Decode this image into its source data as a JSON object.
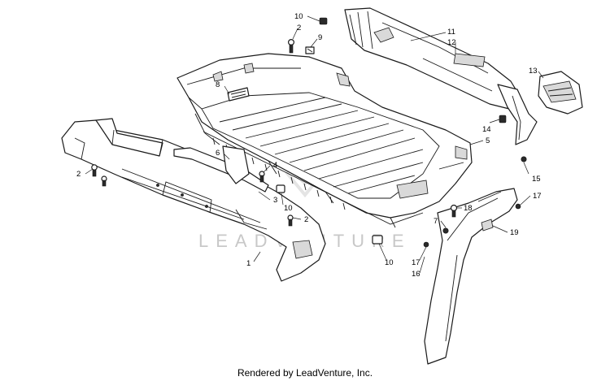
{
  "watermark": "LEADVENTURE",
  "footer": "Rendered by LeadVenture, Inc.",
  "callouts": [
    {
      "id": "c-10a",
      "label": "10"
    },
    {
      "id": "c-2a",
      "label": "2"
    },
    {
      "id": "c-9",
      "label": "9"
    },
    {
      "id": "c-11",
      "label": "11"
    },
    {
      "id": "c-12",
      "label": "12"
    },
    {
      "id": "c-13",
      "label": "13"
    },
    {
      "id": "c-8",
      "label": "8"
    },
    {
      "id": "c-14",
      "label": "14"
    },
    {
      "id": "c-5",
      "label": "5"
    },
    {
      "id": "c-6",
      "label": "6"
    },
    {
      "id": "c-2b",
      "label": "2"
    },
    {
      "id": "c-4",
      "label": "4"
    },
    {
      "id": "c-15",
      "label": "15"
    },
    {
      "id": "c-3",
      "label": "3"
    },
    {
      "id": "c-17a",
      "label": "17"
    },
    {
      "id": "c-10b",
      "label": "10"
    },
    {
      "id": "c-18",
      "label": "18"
    },
    {
      "id": "c-2c",
      "label": "2"
    },
    {
      "id": "c-7",
      "label": "7"
    },
    {
      "id": "c-19",
      "label": "19"
    },
    {
      "id": "c-1",
      "label": "1"
    },
    {
      "id": "c-10c",
      "label": "10"
    },
    {
      "id": "c-17b",
      "label": "17"
    },
    {
      "id": "c-16",
      "label": "16"
    }
  ]
}
